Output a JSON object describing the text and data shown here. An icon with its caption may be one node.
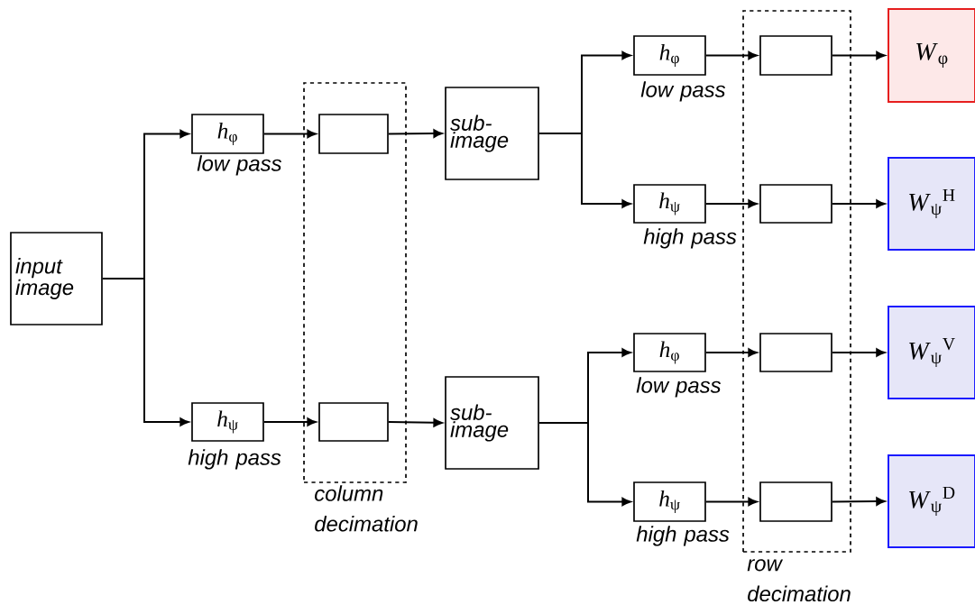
{
  "diagram": {
    "nodes": [
      {
        "text": [
          "input image"
        ]
      },
      {
        "text": [
          "*h*$_{φ}$"
        ],
        "beside": [
          "low pass"
        ]
      },
      {
        "text": [
          "*h*$_{ψ}$"
        ],
        "beside": [
          "high pass"
        ]
      },
      {
        "text": [],
        "shape": "box",
        "beside": [
          "column decimation"
        ]
      },
      {
        "text": [],
        "shape": "box",
        "in": 3
      },
      {
        "text": [],
        "shape": "box",
        "in": 3
      },
      {
        "text": [
          "sub- image"
        ]
      },
      {
        "text": [
          "sub- image"
        ]
      },
      {
        "text": [
          "*h*$_{φ}$"
        ],
        "beside": [
          "low pass"
        ]
      },
      {
        "text": [
          "*h*$_{ψ}$"
        ],
        "beside": [
          "high pass"
        ]
      },
      {
        "text": [
          "*h*$_{φ}$"
        ],
        "beside": [
          "low pass"
        ]
      },
      {
        "text": [
          "*h*$_{ψ}$"
        ],
        "beside": [
          "high pass"
        ]
      },
      {
        "text": [],
        "shape": "box",
        "beside": [
          "row decimation"
        ]
      },
      {
        "text": [],
        "shape": "box",
        "in": 12
      },
      {
        "text": [],
        "shape": "box",
        "in": 12
      },
      {
        "text": [],
        "shape": "box",
        "in": 12
      },
      {
        "text": [],
        "shape": "box",
        "in": 12
      },
      {
        "text": [
          "*W*$_{φ}$"
        ]
      },
      {
        "text": [
          "*W*$_{ψ}$$^{H}$"
        ]
      },
      {
        "text": [
          "*W*$_{ψ}$$^{V}$"
        ]
      },
      {
        "text": [
          "*W*$_{ψ}$$^{D}$"
        ]
      }
    ],
    "edges": [
      {
        "from": 0,
        "to": 1,
        "arrow": "to"
      },
      {
        "from": 0,
        "to": 2,
        "arrow": "to"
      },
      {
        "from": 1,
        "to": 4,
        "arrow": "to"
      },
      {
        "from": 2,
        "to": 5,
        "arrow": "to"
      },
      {
        "from": 4,
        "to": 6,
        "arrow": "to"
      },
      {
        "from": 5,
        "to": 7,
        "arrow": "to"
      },
      {
        "from": 6,
        "to": 8,
        "arrow": "to"
      },
      {
        "from": 6,
        "to": 9,
        "arrow": "to"
      },
      {
        "from": 7,
        "to": 10,
        "arrow": "to"
      },
      {
        "from": 7,
        "to": 11,
        "arrow": "to"
      },
      {
        "from": 8,
        "to": 13,
        "arrow": "to"
      },
      {
        "from": 9,
        "to": 14,
        "arrow": "to"
      },
      {
        "from": 10,
        "to": 15,
        "arrow": "to"
      },
      {
        "from": 11,
        "to": 16,
        "arrow": "to"
      },
      {
        "from": 13,
        "to": 17,
        "arrow": "to"
      },
      {
        "from": 14,
        "to": 18,
        "arrow": "to"
      },
      {
        "from": 15,
        "to": 19,
        "arrow": "to"
      },
      {
        "from": 16,
        "to": 20,
        "arrow": "to"
      }
    ]
  }
}
